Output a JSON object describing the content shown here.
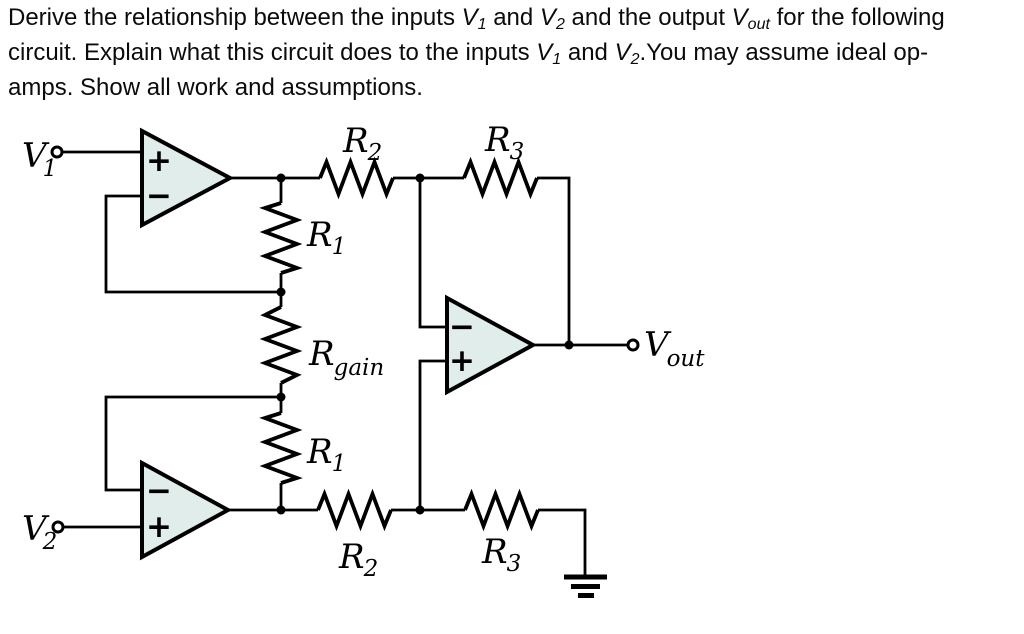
{
  "question": {
    "line1": [
      {
        "t": "Derive the relationship between the inputs "
      },
      {
        "t": "V"
      },
      {
        "t": "1"
      },
      {
        "t": " and "
      },
      {
        "t": "V"
      },
      {
        "t": "2"
      },
      {
        "t": " and the output "
      },
      {
        "t": "V"
      },
      {
        "t": "out"
      },
      {
        "t": " for the following"
      }
    ],
    "line2": [
      {
        "t": "circuit. Explain what this circuit does to the inputs "
      },
      {
        "t": "V"
      },
      {
        "t": "1"
      },
      {
        "t": " and "
      },
      {
        "t": "V"
      },
      {
        "t": "2"
      },
      {
        "t": ".You may assume ideal op-"
      }
    ],
    "line3": [
      {
        "t": "amps. Show all work and assumptions."
      }
    ]
  },
  "circuit": {
    "labels": {
      "v1": {
        "base": "V",
        "sub": "1"
      },
      "v2": {
        "base": "V",
        "sub": "2"
      },
      "vout": {
        "base": "V",
        "sub": "out"
      },
      "r2_top": {
        "base": "R",
        "sub": "2"
      },
      "r3_top": {
        "base": "R",
        "sub": "3"
      },
      "r1_top": {
        "base": "R",
        "sub": "1"
      },
      "rgain": {
        "base": "R",
        "sub": "gain"
      },
      "r1_bottom": {
        "base": "R",
        "sub": "1"
      },
      "r2_bottom": {
        "base": "R",
        "sub": "2"
      },
      "r3_bottom": {
        "base": "R",
        "sub": "3"
      }
    },
    "opamp_marks": {
      "plus": "+",
      "minus": "−"
    },
    "colors": {
      "opamp_fill": "#e0edeb",
      "line": "#000000",
      "background": "#ffffff"
    }
  }
}
